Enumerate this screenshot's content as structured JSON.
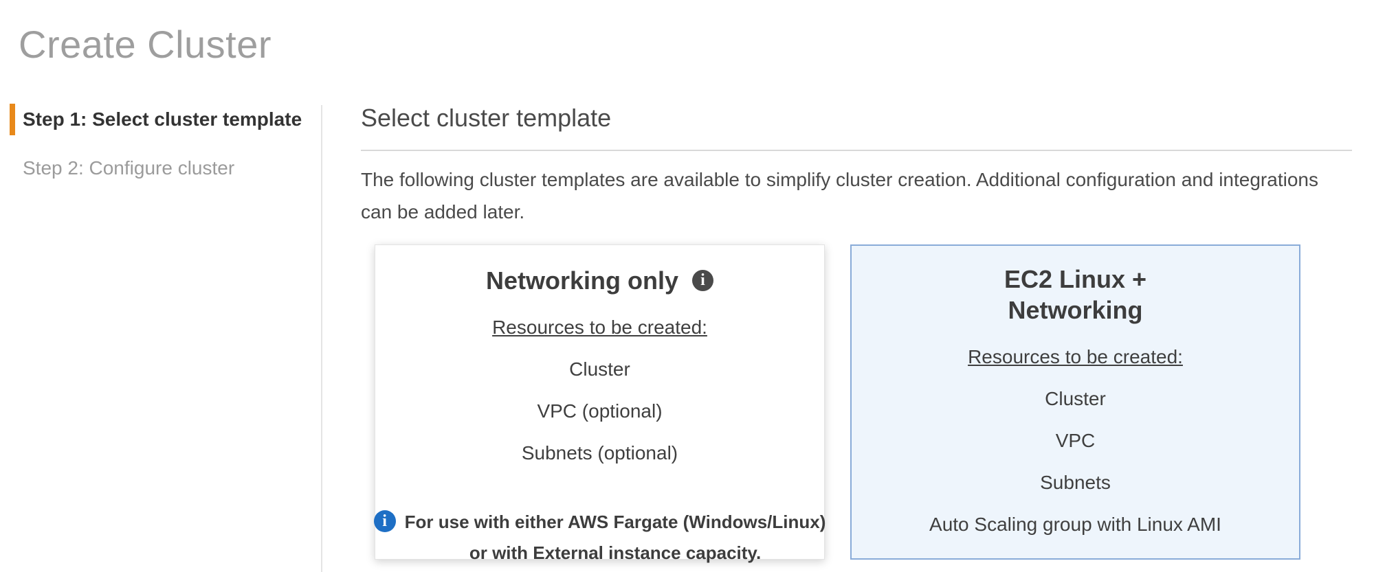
{
  "page": {
    "title": "Create Cluster"
  },
  "steps": [
    {
      "label": "Step 1: Select cluster template",
      "active": true
    },
    {
      "label": "Step 2: Configure cluster",
      "active": false
    }
  ],
  "main": {
    "heading": "Select cluster template",
    "description": "The following cluster templates are available to simplify cluster creation. Additional configuration and integrations can be added later.",
    "cards": [
      {
        "title": "Networking only",
        "resources_label": "Resources to be created:",
        "resources": [
          "Cluster",
          "VPC (optional)",
          "Subnets (optional)"
        ],
        "note_lines": [
          "For use with either AWS Fargate (Windows/Linux)",
          "or with External instance capacity."
        ],
        "selected": false
      },
      {
        "title": "EC2 Linux + Networking",
        "resources_label": "Resources to be created:",
        "resources": [
          "Cluster",
          "VPC",
          "Subnets",
          "Auto Scaling group with Linux AMI"
        ],
        "selected": true
      }
    ]
  },
  "icons": {
    "info_glyph": "i"
  },
  "colors": {
    "accent_orange": "#e8891a",
    "active_step_text": "#333333",
    "inactive_step_text": "#9b9b9b",
    "page_title_gray": "#9e9e9e",
    "selected_card_bg": "#eef5fc",
    "selected_card_border": "#89abd8",
    "info_icon_blue": "#1e6fc5",
    "info_icon_dark": "#4a4a4a"
  }
}
